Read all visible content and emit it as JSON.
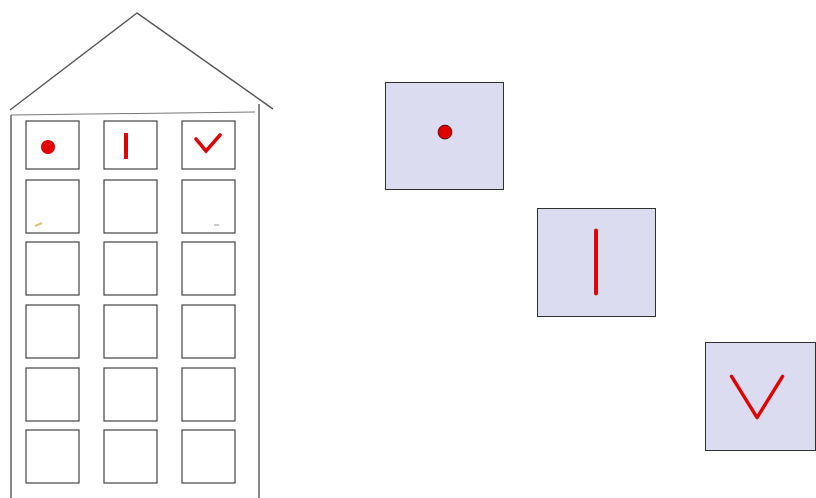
{
  "scene": {
    "house": {
      "floors": 6,
      "columns": 3,
      "top_floor_symbols": [
        "dot",
        "vertical-line",
        "v-mark"
      ]
    },
    "cards": [
      {
        "symbol": "dot",
        "fill": "#dcdcf0"
      },
      {
        "symbol": "vertical-line",
        "fill": "#dcdcf0"
      },
      {
        "symbol": "v-mark",
        "fill": "#dcdcf0"
      }
    ],
    "colors": {
      "symbol": "#e00000",
      "card_fill": "#dcdcf0",
      "outline": "#303030",
      "sketch": "#555555"
    }
  }
}
